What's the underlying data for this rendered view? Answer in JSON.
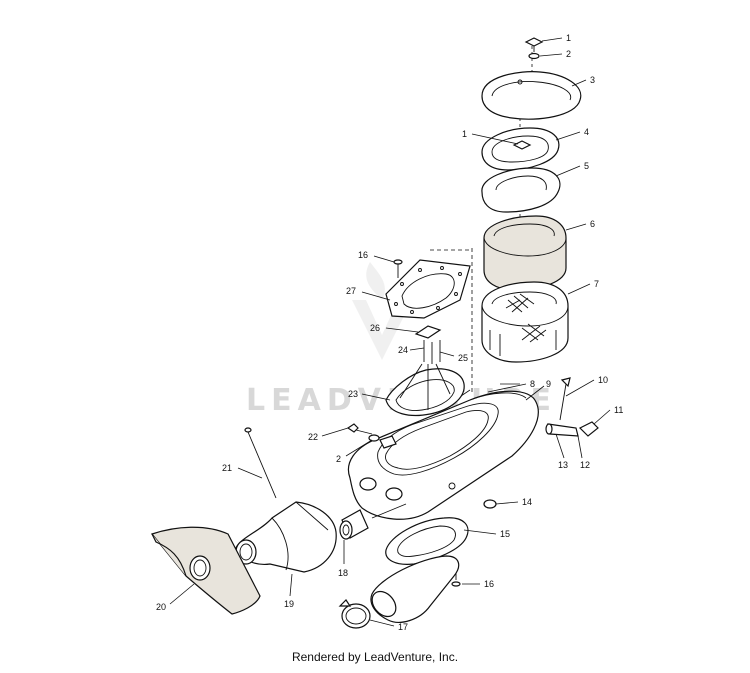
{
  "watermark": {
    "text": "LEADVENTURE"
  },
  "footer": {
    "text": "Rendered by LeadVenture, Inc."
  },
  "callouts": {
    "c1a": "1",
    "c2a": "2",
    "c3": "3",
    "c1b": "1",
    "c4": "4",
    "c5": "5",
    "c6": "6",
    "c7": "7",
    "c16a": "16",
    "c27": "27",
    "c26": "26",
    "c24": "24",
    "c25": "25",
    "c23": "23",
    "c8": "8",
    "c9": "9",
    "c10": "10",
    "c11": "11",
    "c22": "22",
    "c2b": "2",
    "c13": "13",
    "c12": "12",
    "c21": "21",
    "c14": "14",
    "c15": "15",
    "c16b": "16",
    "c18": "18",
    "c19": "19",
    "c20": "20",
    "c17": "17"
  }
}
